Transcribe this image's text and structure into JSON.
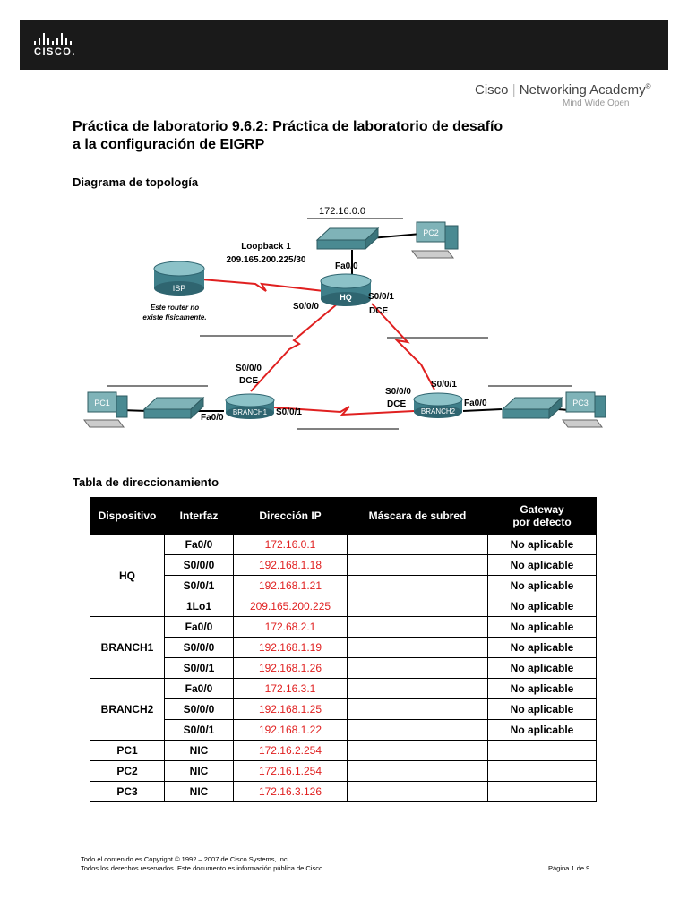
{
  "header": {
    "brand": "CISCO.",
    "academy_title_a": "Cisco",
    "academy_title_b": "Networking Academy",
    "academy_reg": "®",
    "academy_tagline": "Mind Wide Open"
  },
  "title": {
    "line1": "Práctica de laboratorio 9.6.2: Práctica de laboratorio de desafío",
    "line2": "a la configuración de EIGRP"
  },
  "topology": {
    "heading": "Diagrama de topología",
    "network_top": "172.16.0.0",
    "loopback_label": "Loopback 1",
    "loopback_ip": "209.165.200.225/30",
    "isp_note_1": "Este router no",
    "isp_note_2": "existe físicamente.",
    "devices": {
      "isp": "ISP",
      "hq": "HQ",
      "branch1": "BRANCH1",
      "branch2": "BRANCH2",
      "pc1": "PC1",
      "pc2": "PC2",
      "pc3": "PC3"
    },
    "labels": {
      "hq_fa": "Fa0/0",
      "hq_s000": "S0/0/0",
      "hq_s001": "S0/0/1",
      "hq_dce": "DCE",
      "b1_s000": "S0/0/0",
      "b1_dce": "DCE",
      "b1_s001": "S0/0/1",
      "b1_fa": "Fa0/0",
      "b2_s001": "S0/0/1",
      "b2_s000": "S0/0/0",
      "b2_dce": "DCE",
      "b2_fa": "Fa0/0"
    },
    "colors": {
      "serial_link": "#e02020",
      "router": "#3f7f8a",
      "switch": "#4a8a92"
    }
  },
  "addressing": {
    "heading": "Tabla de direccionamiento",
    "headers": {
      "device": "Dispositivo",
      "interface": "Interfaz",
      "ip": "Dirección IP",
      "mask": "Máscara de subred",
      "gw1": "Gateway",
      "gw2": "por defecto"
    },
    "groups": [
      {
        "device": "HQ",
        "rows": [
          {
            "iface": "Fa0/0",
            "ip": "172.16.0.1",
            "mask": "",
            "gw": "No aplicable"
          },
          {
            "iface": "S0/0/0",
            "ip": "192.168.1.18",
            "mask": "",
            "gw": "No aplicable"
          },
          {
            "iface": "S0/0/1",
            "ip": "192.168.1.21",
            "mask": "",
            "gw": "No aplicable"
          },
          {
            "iface": "1Lo1",
            "ip": "209.165.200.225",
            "mask": "",
            "gw": "No aplicable"
          }
        ]
      },
      {
        "device": "BRANCH1",
        "rows": [
          {
            "iface": "Fa0/0",
            "ip": "172.68.2.1",
            "mask": "",
            "gw": "No aplicable"
          },
          {
            "iface": "S0/0/0",
            "ip": "192.168.1.19",
            "mask": "",
            "gw": "No aplicable"
          },
          {
            "iface": "S0/0/1",
            "ip": "192.168.1.26",
            "mask": "",
            "gw": "No aplicable"
          }
        ]
      },
      {
        "device": "BRANCH2",
        "rows": [
          {
            "iface": "Fa0/0",
            "ip": "172.16.3.1",
            "mask": "",
            "gw": "No aplicable"
          },
          {
            "iface": "S0/0/0",
            "ip": "192.168.1.25",
            "mask": "",
            "gw": "No aplicable"
          },
          {
            "iface": "S0/0/1",
            "ip": "192.168.1.22",
            "mask": "",
            "gw": "No aplicable"
          }
        ]
      },
      {
        "device": "PC1",
        "rows": [
          {
            "iface": "NIC",
            "ip": "172.16.2.254",
            "mask": "",
            "gw": ""
          }
        ]
      },
      {
        "device": "PC2",
        "rows": [
          {
            "iface": "NIC",
            "ip": "172.16.1.254",
            "mask": "",
            "gw": ""
          }
        ]
      },
      {
        "device": "PC3",
        "rows": [
          {
            "iface": "NIC",
            "ip": "172.16.3.126",
            "mask": "",
            "gw": ""
          }
        ]
      }
    ]
  },
  "footer": {
    "copyright": "Todo el contenido es Copyright © 1992 – 2007 de Cisco Systems, Inc.",
    "rights": "Todos los derechos reservados. Este documento es información pública de Cisco.",
    "page": "Página 1 de 9"
  }
}
